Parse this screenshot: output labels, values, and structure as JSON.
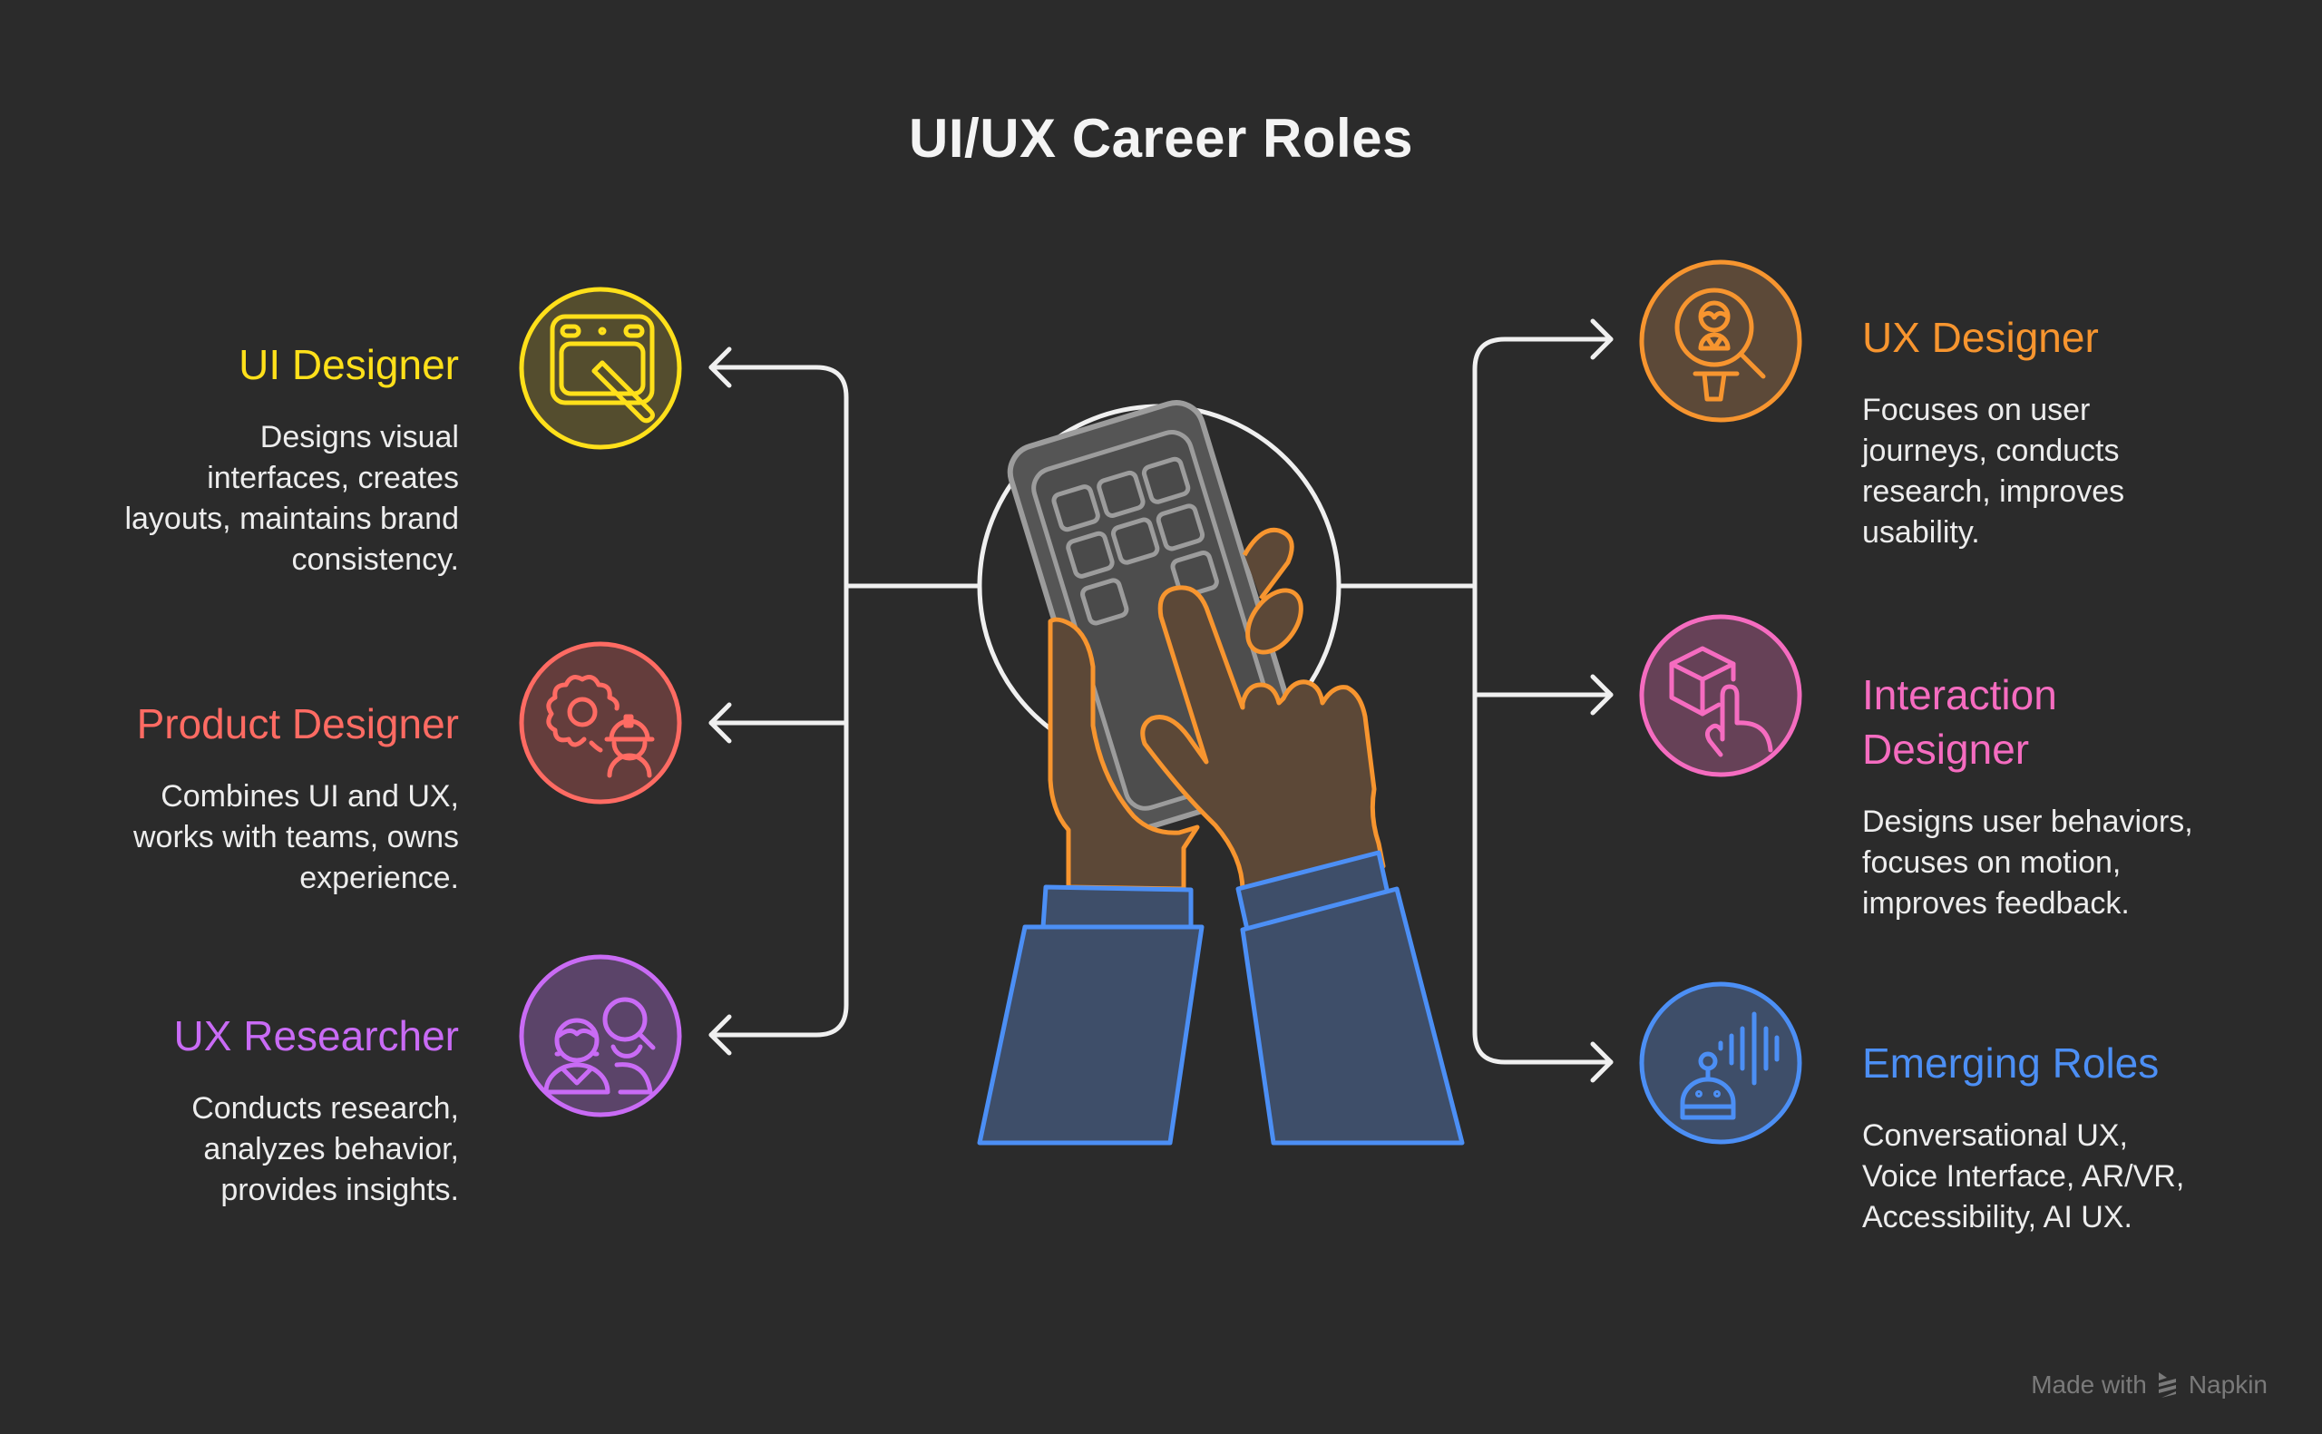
{
  "title": "UI/UX Career Roles",
  "center_illustration": "hands-holding-smartphone-icon",
  "roles_left": [
    {
      "title": "UI Designer",
      "description": "Designs visual interfaces, creates layouts, maintains brand consistency.",
      "description_lines": [
        "Designs visual",
        "interfaces, creates",
        "layouts, maintains brand",
        "consistency."
      ],
      "icon": "drawing-tablet-pen-icon",
      "color": "#ffe01a",
      "fill": "#544d2e"
    },
    {
      "title": "Product Designer",
      "description": "Combines UI and UX, works with teams, owns experience.",
      "description_lines": [
        "Combines UI and UX,",
        "works with teams, owns",
        "experience."
      ],
      "icon": "gear-worker-icon",
      "color": "#ff6b63",
      "fill": "#643d3c"
    },
    {
      "title": "UX Researcher",
      "description": "Conducts research, analyzes behavior, provides insights.",
      "description_lines": [
        "Conducts research,",
        "analyzes behavior,",
        "provides insights."
      ],
      "icon": "people-magnifier-icon",
      "color": "#c96bf5",
      "fill": "#5b4469"
    }
  ],
  "roles_right": [
    {
      "title": "UX Designer",
      "description": "Focuses on user journeys, conducts research, improves usability.",
      "description_lines": [
        "Focuses on user",
        "journeys, conducts",
        "research, improves",
        "usability."
      ],
      "icon": "user-search-icon",
      "color": "#f7952f",
      "fill": "#5c4938"
    },
    {
      "title_lines": [
        "Interaction",
        "Designer"
      ],
      "title": "Interaction Designer",
      "description": "Designs user behaviors, focuses on motion, improves feedback.",
      "description_lines": [
        "Designs user behaviors,",
        "focuses on motion,",
        "improves feedback."
      ],
      "icon": "cube-touch-icon",
      "color": "#f56cc0",
      "fill": "#664157"
    },
    {
      "title": "Emerging Roles",
      "description": "Conversational UX, Voice Interface, AR/VR, Accessibility, AI UX.",
      "description_lines": [
        "Conversational UX,",
        "Voice Interface, AR/VR,",
        "Accessibility, AI UX."
      ],
      "icon": "robot-voice-icon",
      "color": "#4c8ff5",
      "fill": "#3e4e69"
    }
  ],
  "footer": {
    "made_with": "Made with",
    "brand": "Napkin"
  }
}
